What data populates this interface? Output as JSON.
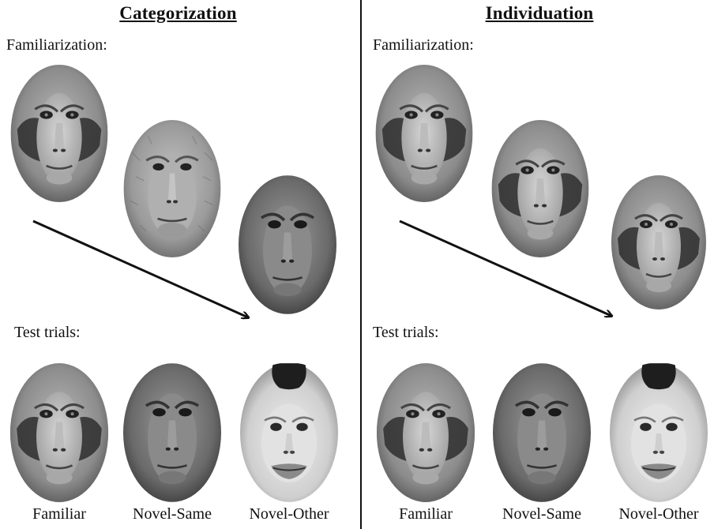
{
  "panels": {
    "left": {
      "title": "Categorization",
      "familiarization_label": "Familiarization:",
      "test_label": "Test trials:",
      "test_faces": [
        "Familiar",
        "Novel-Same",
        "Novel-Other"
      ]
    },
    "right": {
      "title": "Individuation",
      "familiarization_label": "Familiarization:",
      "test_label": "Test trials:",
      "test_faces": [
        "Familiar",
        "Novel-Same",
        "Novel-Other"
      ]
    }
  },
  "colors": {
    "macaque_fur": "#8a8a8a",
    "dark_fur": "#3a3a3a",
    "other_species_fur": "#d8d8d8",
    "other_species_cap": "#222222"
  }
}
